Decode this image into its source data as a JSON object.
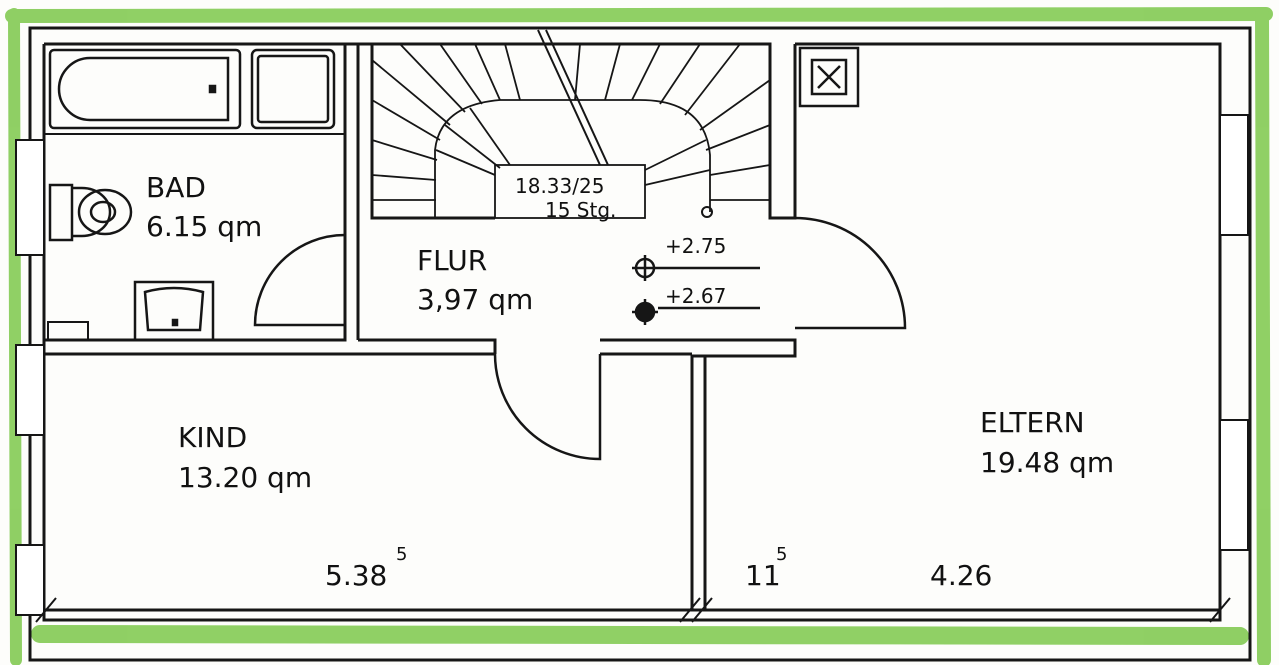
{
  "rooms": {
    "bad": {
      "name": "BAD",
      "area": "6.15 qm"
    },
    "flur": {
      "name": "FLUR",
      "area": "3,97 qm"
    },
    "kind": {
      "name": "KIND",
      "area": "13.20 qm"
    },
    "eltern": {
      "name": "ELTERN",
      "area": "19.48 qm"
    }
  },
  "stairs": {
    "ratio": "18.33/25",
    "steps": "15 Stg."
  },
  "levels": {
    "upper": "+2.75",
    "lower": "+2.67"
  },
  "dimensions": {
    "kind_width": "5.38",
    "kind_width_sup": "5",
    "wall": "11",
    "wall_sup": "5",
    "eltern_width": "4.26"
  },
  "colors": {
    "wall": "#161616",
    "highlight": "#7cc84a"
  }
}
